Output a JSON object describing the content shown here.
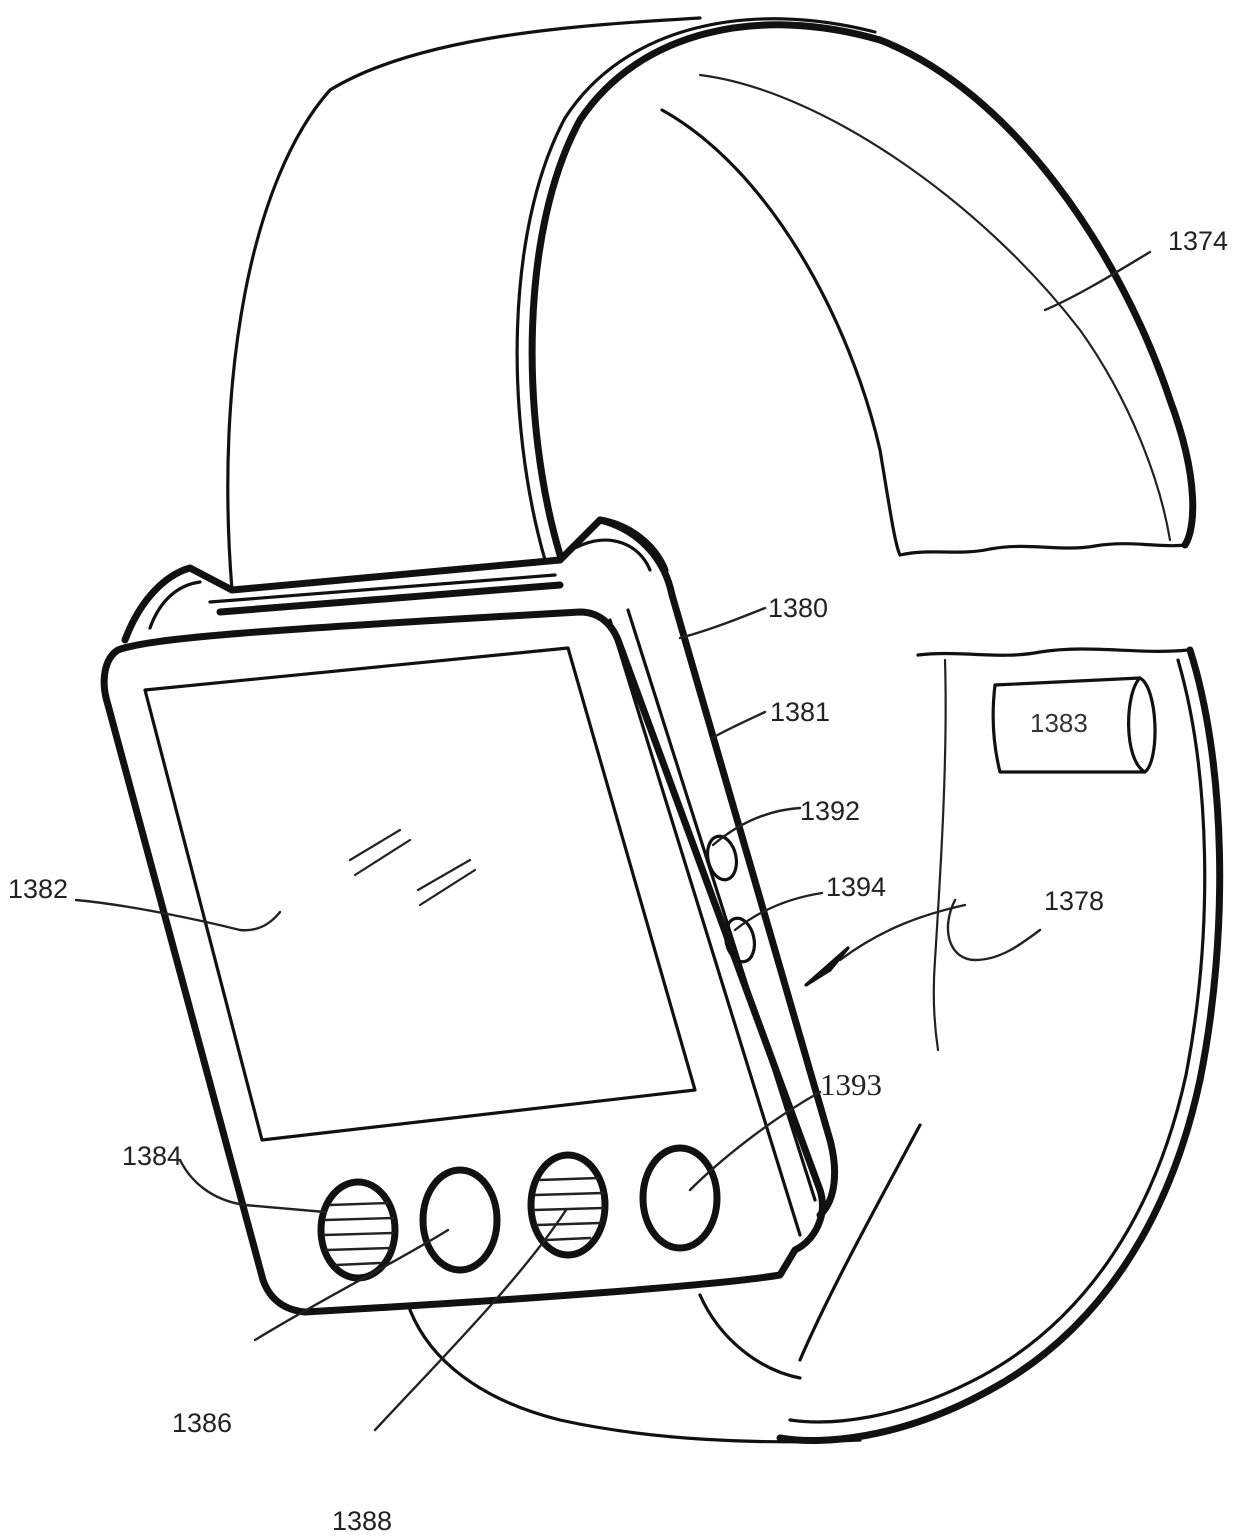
{
  "figure": {
    "labels": {
      "band": "1374",
      "band_lower": "1378",
      "housing": "1380",
      "housing_side": "1381",
      "display": "1382",
      "band_module": "1383",
      "button_1": "1384",
      "button_2": "1386",
      "button_3": "1388",
      "button_4": "1393",
      "side_button_upper": "1392",
      "side_button_lower": "1394"
    }
  }
}
